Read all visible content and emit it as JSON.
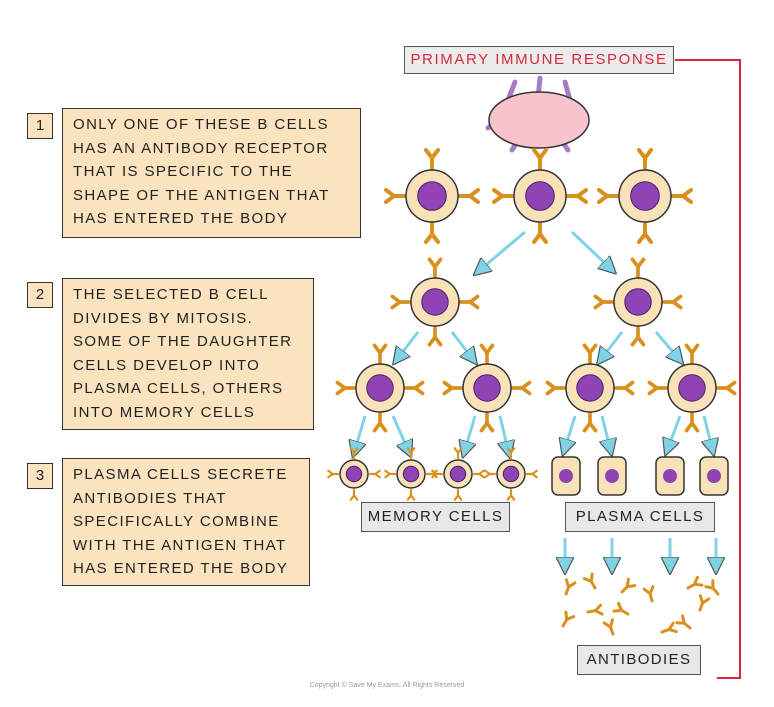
{
  "title": "PRIMARY IMMUNE RESPONSE",
  "steps": [
    {
      "number": "1",
      "lines": [
        "ONLY ONE OF THESE B CELLS",
        "HAS AN ANTIBODY RECEPTOR",
        "THAT IS SPECIFIC TO THE",
        "SHAPE OF THE ANTIGEN THAT",
        "HAS ENTERED THE BODY"
      ]
    },
    {
      "number": "2",
      "lines": [
        "THE SELECTED B CELL",
        "DIVIDES BY MITOSIS.",
        "SOME OF THE DAUGHTER",
        "CELLS DEVELOP INTO",
        "PLASMA CELLS, OTHERS",
        "INTO MEMORY CELLS"
      ]
    },
    {
      "number": "3",
      "lines": [
        "PLASMA CELLS SECRETE",
        "ANTIBODIES THAT",
        "SPECIFICALLY COMBINE",
        "WITH THE ANTIGEN THAT",
        "HAS ENTERED THE BODY"
      ]
    }
  ],
  "labels": {
    "memory": "MEMORY CELLS",
    "plasma": "PLASMA CELLS",
    "antibodies": "ANTIBODIES"
  },
  "copyright": "Copyright © Save My Exams. All Rights Reserved",
  "colors": {
    "title_red": "#d8283b",
    "box_fill": "#fbe3c0",
    "cell_fill": "#f9e1b8",
    "nucleus": "#8e44b5",
    "receptor": "#d9901e",
    "arrow": "#7fd3e6",
    "antigen": "#f7c4cd",
    "antigen_spike": "#a67cc7"
  }
}
